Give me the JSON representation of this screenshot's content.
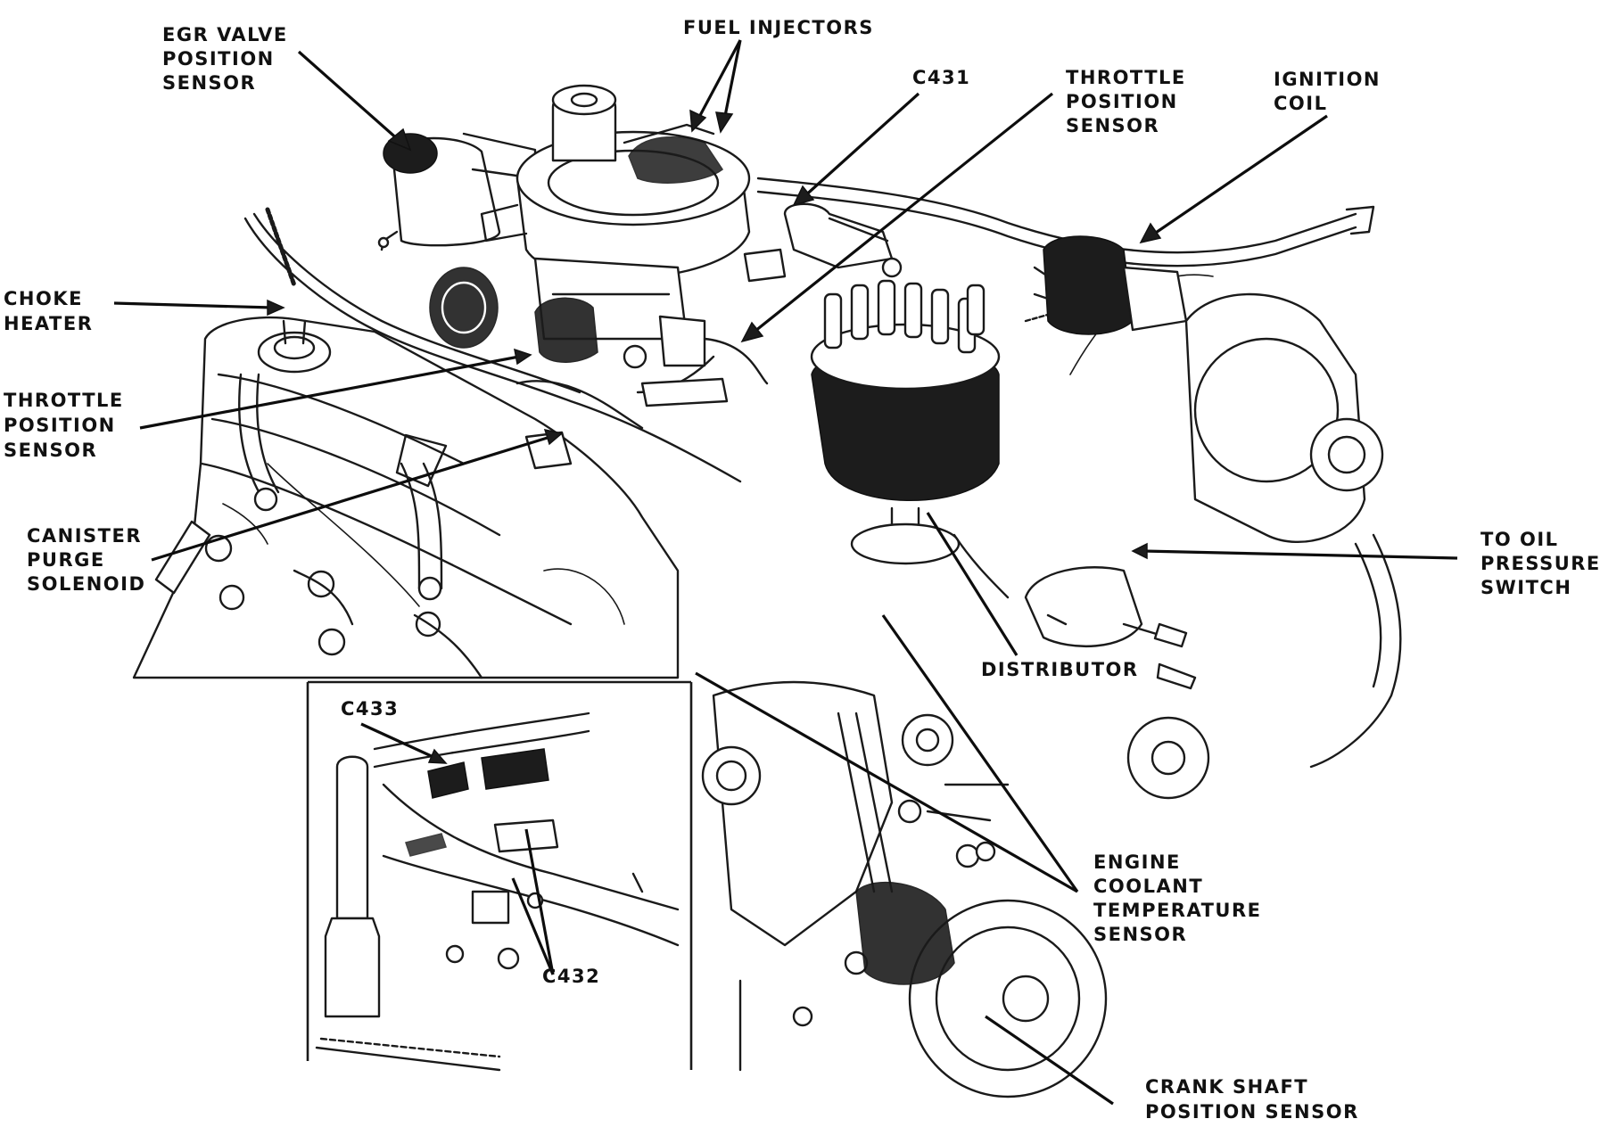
{
  "figure": {
    "labels": [
      {
        "id": "egr",
        "lines": [
          "EGR VALVE",
          "POSITION",
          "SENSOR"
        ]
      },
      {
        "id": "fuel",
        "lines": [
          "FUEL INJECTORS"
        ]
      },
      {
        "id": "c431",
        "lines": [
          "C431"
        ]
      },
      {
        "id": "tps_right",
        "lines": [
          "THROTTLE",
          "POSITION",
          "SENSOR"
        ]
      },
      {
        "id": "ignition",
        "lines": [
          "IGNITION",
          "COIL"
        ]
      },
      {
        "id": "choke",
        "lines": [
          "CHOKE",
          "HEATER"
        ]
      },
      {
        "id": "tps_left",
        "lines": [
          "THROTTLE",
          "POSITION",
          "SENSOR"
        ]
      },
      {
        "id": "canister",
        "lines": [
          "CANISTER",
          "PURGE",
          "SOLENOID"
        ]
      },
      {
        "id": "oil",
        "lines": [
          "TO OIL",
          "PRESSURE",
          "SWITCH"
        ]
      },
      {
        "id": "distributor",
        "lines": [
          "DISTRIBUTOR"
        ]
      },
      {
        "id": "c433",
        "lines": [
          "C433"
        ]
      },
      {
        "id": "c432",
        "lines": [
          "C432"
        ]
      },
      {
        "id": "ect",
        "lines": [
          "ENGINE",
          "COOLANT",
          "TEMPERATURE",
          "SENSOR"
        ]
      },
      {
        "id": "crank",
        "lines": [
          "CRANK SHAFT",
          "POSITION SENSOR"
        ]
      }
    ]
  }
}
